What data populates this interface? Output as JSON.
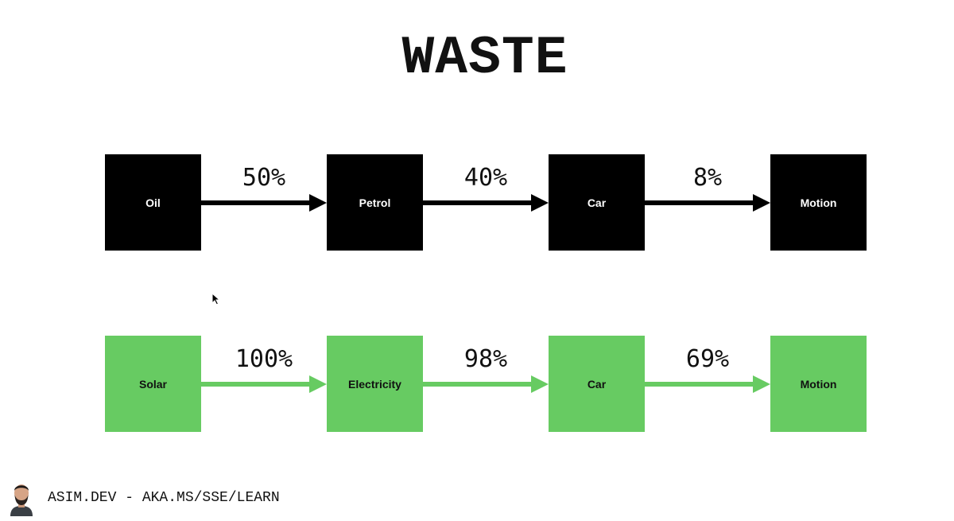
{
  "title": "WASTE",
  "rows": [
    {
      "nodes": [
        "Oil",
        "Petrol",
        "Car",
        "Motion"
      ],
      "percents": [
        "50%",
        "40%",
        "8%"
      ],
      "color": "#000000"
    },
    {
      "nodes": [
        "Solar",
        "Electricity",
        "Car",
        "Motion"
      ],
      "percents": [
        "100%",
        "98%",
        "69%"
      ],
      "color": "#67cb62"
    }
  ],
  "footer": {
    "text": "ASIM.DEV - AKA.MS/SSE/LEARN"
  },
  "icons": {
    "cursor": "mouse-pointer-icon",
    "avatar": "presenter-avatar"
  }
}
